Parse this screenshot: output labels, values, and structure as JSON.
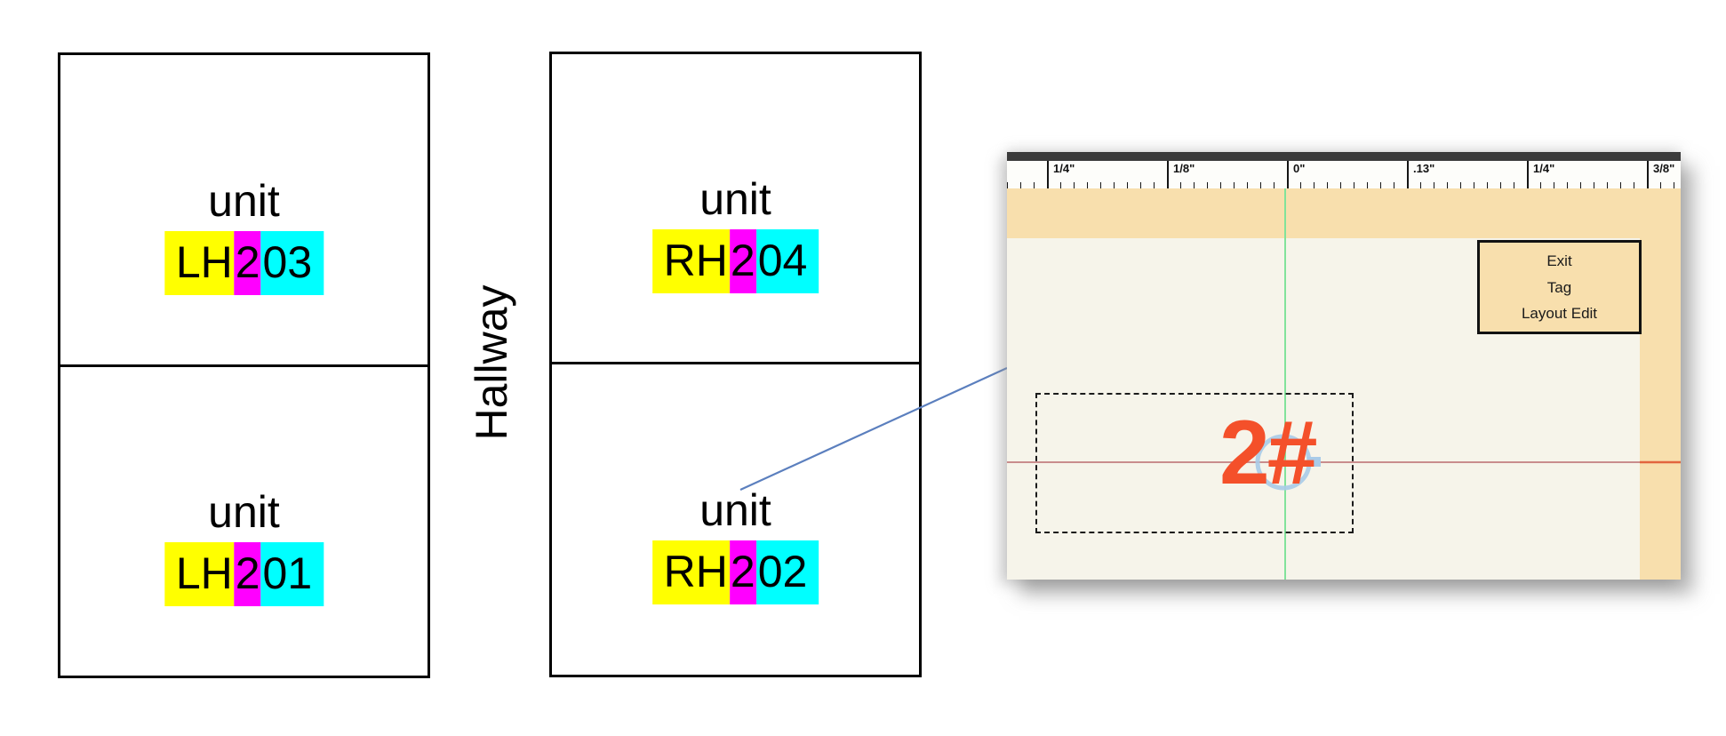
{
  "floorplan": {
    "hallway_label": "Hallway",
    "units": [
      {
        "name": "unit",
        "prefix": "LH",
        "digit": "2",
        "suffix": "03"
      },
      {
        "name": "unit",
        "prefix": "RH",
        "digit": "2",
        "suffix": "04"
      },
      {
        "name": "unit",
        "prefix": "LH",
        "digit": "2",
        "suffix": "01"
      },
      {
        "name": "unit",
        "prefix": "RH",
        "digit": "2",
        "suffix": "02"
      }
    ],
    "highlight_colors": {
      "prefix": "#ffff00",
      "digit": "#ff00ff",
      "suffix": "#00ffff"
    },
    "connector_color": "#5b7fbe"
  },
  "zoom_panel": {
    "ruler_labels": [
      "1/4\"",
      "1/8\"",
      "0\"",
      ".13\"",
      "1/4\"",
      "3/8\""
    ],
    "menu_items": [
      "Exit",
      "Tag",
      "Layout Edit"
    ],
    "tag_label": "2#",
    "colors": {
      "band": "#f8dfad",
      "canvas": "#f6f4ea",
      "tag": "#f4502a",
      "vline": "#82e39b",
      "hline": "#c98d8d",
      "hline_right": "#e2653e",
      "marker": "#a9cbe8"
    }
  }
}
